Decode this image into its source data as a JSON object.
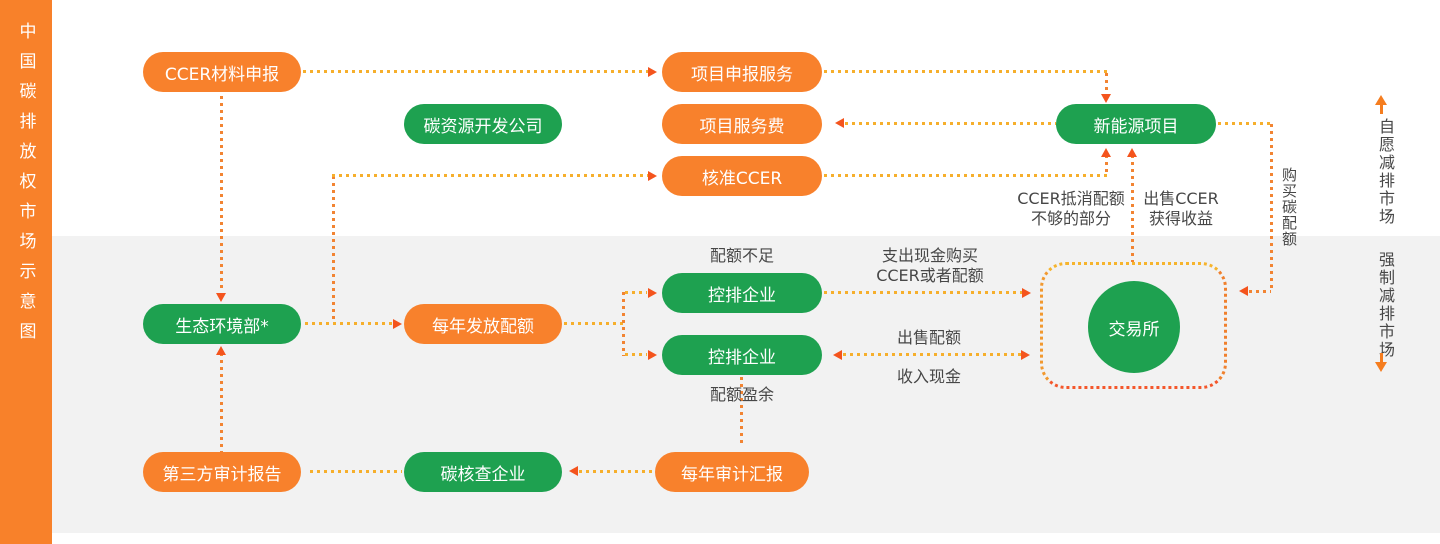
{
  "sidebar": {
    "title": "中国碳排放权市场示意图"
  },
  "markets": {
    "voluntary": {
      "label": "自愿减排市场"
    },
    "mandatory": {
      "label": "强制减排市场"
    }
  },
  "nodes": {
    "ccer_material": {
      "label": "CCER材料申报"
    },
    "project_apply": {
      "label": "项目申报服务"
    },
    "carbon_dev_co": {
      "label": "碳资源开发公司"
    },
    "project_fee": {
      "label": "项目服务费"
    },
    "approved_ccer": {
      "label": "核准CCER"
    },
    "new_energy": {
      "label": "新能源项目"
    },
    "moee": {
      "label": "生态环境部*"
    },
    "annual_quota": {
      "label": "每年发放配额"
    },
    "emitter_short": {
      "label": "控排企业"
    },
    "emitter_surplus": {
      "label": "控排企业"
    },
    "exchange": {
      "label": "交易所"
    },
    "third_party_report": {
      "label": "第三方审计报告"
    },
    "carbon_verifier": {
      "label": "碳核查企业"
    },
    "annual_audit": {
      "label": "每年审计汇报"
    }
  },
  "edge_labels": {
    "quota_shortage": "配额不足",
    "quota_surplus": "配额盈余",
    "pay_cash_1": "支出现金购买",
    "pay_cash_2": "CCER或者配额",
    "sell_quota": "出售配额",
    "receive_cash": "收入现金",
    "ccer_offset_1": "CCER抵消配额",
    "ccer_offset_2": "不够的部分",
    "sell_ccer_1": "出售CCER",
    "sell_ccer_2": "获得收益",
    "buy_carbon_quota": "购买碳配额"
  },
  "colors": {
    "sidebar_orange": "#F8812A",
    "pill_orange": "#F8812C",
    "pill_green": "#1EA150",
    "line_yellow": "#F6AF2C",
    "line_orange": "#F28432",
    "arrow_red": "#F4541D",
    "section_gray": "#F2F2F2",
    "label_text": "#474747"
  }
}
